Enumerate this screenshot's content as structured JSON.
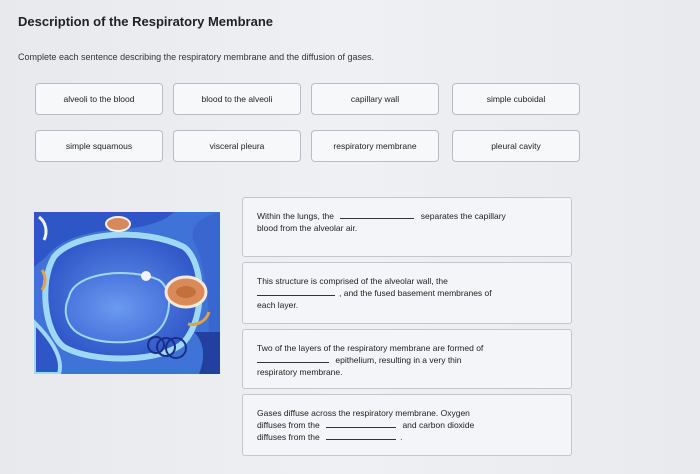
{
  "page": {
    "title": "Description of the Respiratory Membrane",
    "instructions": "Complete each sentence describing the respiratory membrane and the diffusion of gases."
  },
  "word_bank": [
    {
      "label": "alveoli to the blood"
    },
    {
      "label": "blood to the alveoli"
    },
    {
      "label": "capillary wall"
    },
    {
      "label": "simple cuboidal"
    },
    {
      "label": "simple squamous"
    },
    {
      "label": "visceral pleura"
    },
    {
      "label": "respiratory membrane"
    },
    {
      "label": "pleural cavity"
    }
  ],
  "prompts": {
    "p1": {
      "a": "Within the lungs, the",
      "b": "separates the capillary",
      "c": "blood from the alveolar air."
    },
    "p2": {
      "a": "This structure is comprised of the alveolar wall, the",
      "b": ", and the fused basement membranes of",
      "c": "each layer."
    },
    "p3": {
      "a": "Two of the layers of the respiratory membrane are formed of",
      "b": "epithelium, resulting in a very thin",
      "c": "respiratory membrane."
    },
    "p4": {
      "a": "Gases diffuse across the respiratory membrane. Oxygen",
      "b": "diffuses from the",
      "c": "and carbon dioxide",
      "d": "diffuses from the",
      "e": "."
    }
  },
  "colors": {
    "cell_blue": "#2f55c8",
    "membrane_light": "#8fd1f3",
    "background_blue": "#4a86df",
    "rbc_red": "#d77f54"
  }
}
